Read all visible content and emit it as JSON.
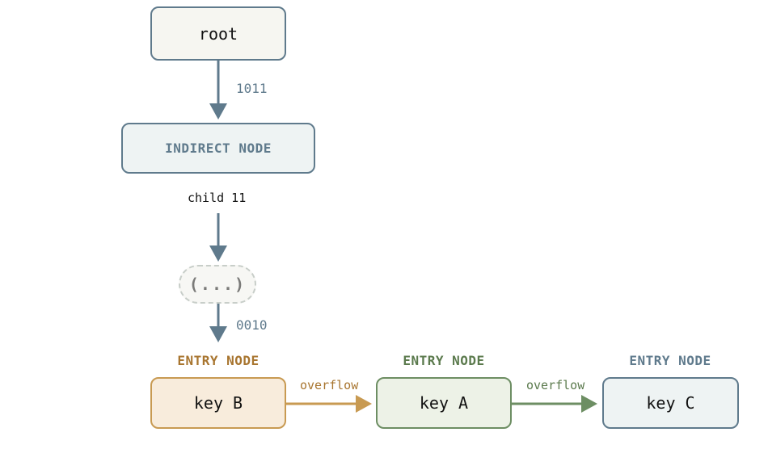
{
  "root": {
    "label": "root"
  },
  "edge_root_indirect": {
    "label": "1011"
  },
  "indirect": {
    "label": "INDIRECT NODE"
  },
  "child_label": "child 11",
  "ellipsis": {
    "label": "(...)"
  },
  "edge_ellipsis_entry": {
    "label": "0010"
  },
  "entries": [
    {
      "header": "ENTRY NODE",
      "key": "key B",
      "color": "#a8752f",
      "border": "#c89a52",
      "fill": "#f8ecdc"
    },
    {
      "header": "ENTRY NODE",
      "key": "key A",
      "color": "#5b7a4d",
      "border": "#6d8e63",
      "fill": "#edf2e7"
    },
    {
      "header": "ENTRY NODE",
      "key": "key C",
      "color": "#5f7a8c",
      "border": "#5f7a8c",
      "fill": "#eef3f3"
    }
  ],
  "overflow_links": [
    {
      "label": "overflow",
      "color": "#a8752f"
    },
    {
      "label": "overflow",
      "color": "#5b7a4d"
    }
  ],
  "colors": {
    "wire": "#5f7a8c",
    "overflow_b_a": "#c89a52",
    "overflow_a_c": "#6d8e63"
  }
}
